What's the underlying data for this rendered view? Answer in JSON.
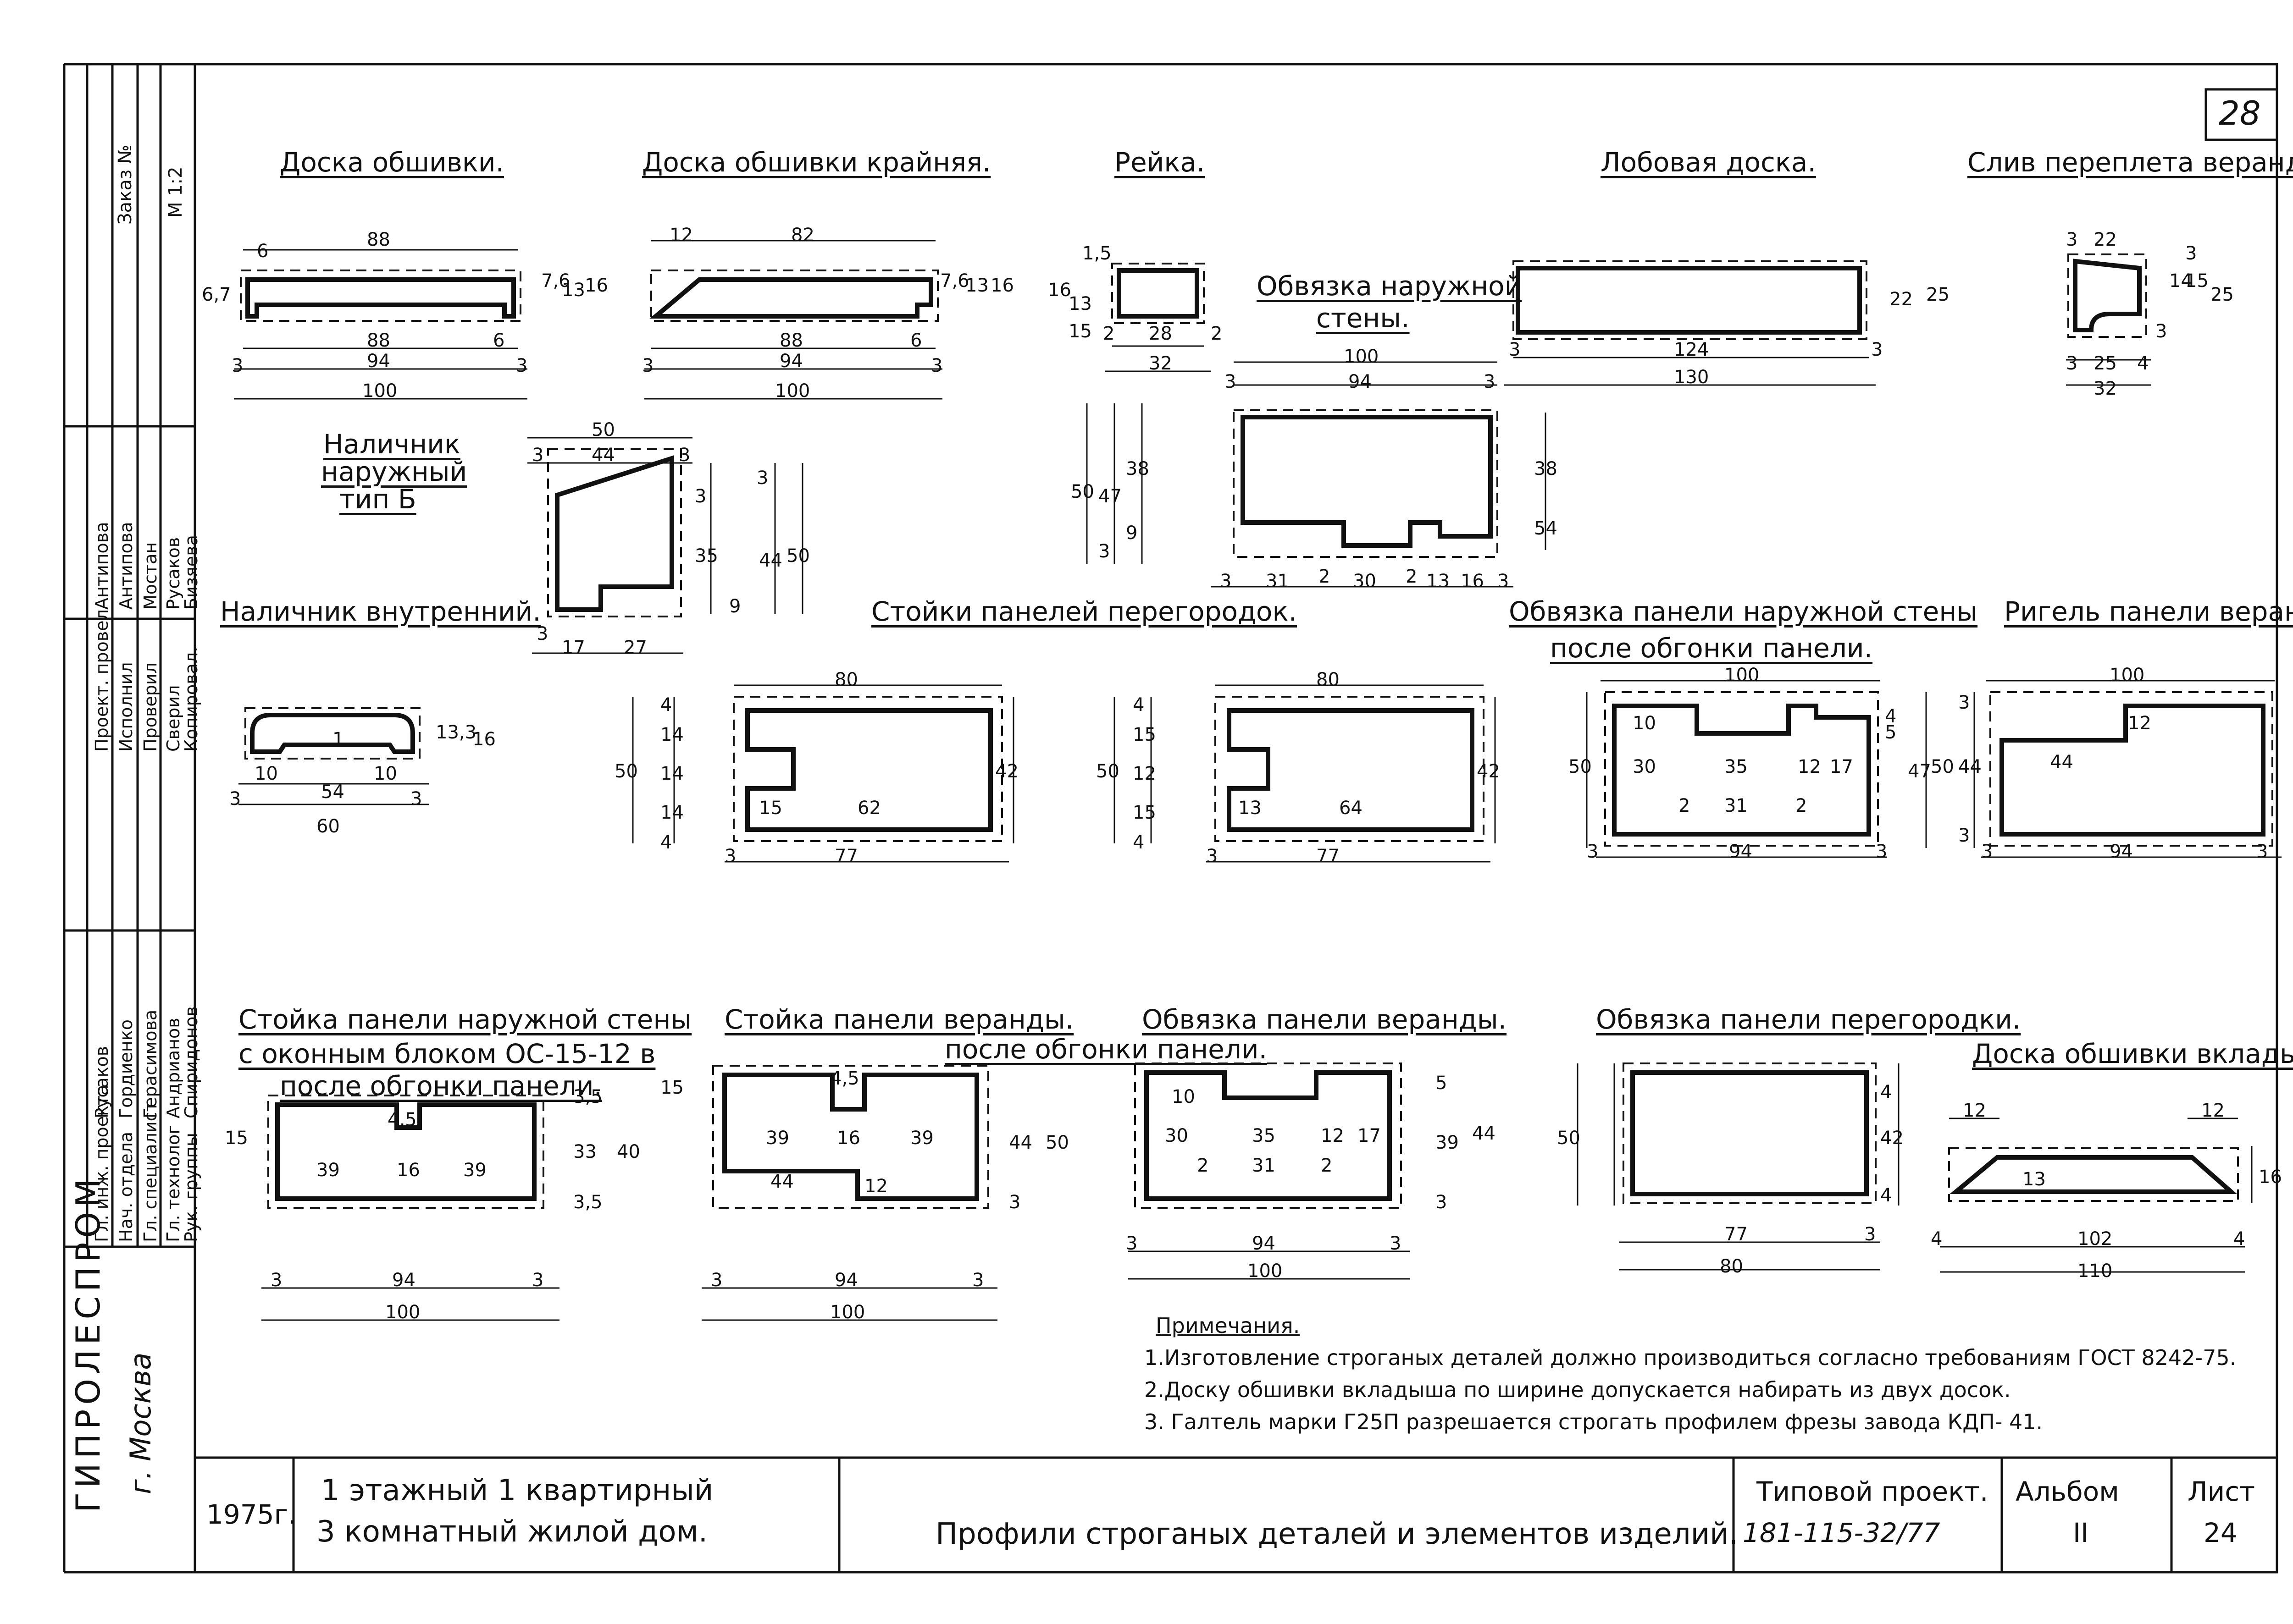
{
  "sheet": {
    "page_number": "28",
    "organization": "ГИПРОЛЕСПРОМ",
    "city": "г. Москва"
  },
  "side_stamp": {
    "order_label": "Заказ №",
    "scale": "М 1:2",
    "roles_a": [
      "Гл. инж. проекта",
      "Нач. отдела",
      "Гл. специалист",
      "Гл. технолог",
      "Рук. группы"
    ],
    "names_a": [
      "Русаков",
      "Гордиенко",
      "Герасимова",
      "Андрианов",
      "Спиридонов"
    ],
    "roles_b": [
      "Проект. провел",
      "Исполнил",
      "Проверил",
      "Сверил",
      "Копировал."
    ],
    "names_b": [
      "Антипова",
      "Антипова",
      "Мостан",
      "Русаков",
      "Бизяева"
    ]
  },
  "titles": {
    "doska_obshivki": "Доска обшивки.",
    "doska_kraynyaya": "Доска обшивки крайняя.",
    "reyka": "Рейка.",
    "lobovaya": "Лобовая доска.",
    "sliv": "Слив переплета веранды.",
    "obvyazka_naruzh_1": "Обвязка наружной",
    "obvyazka_naruzh_2": "стены.",
    "nalichnik_nar_1": "Наличник",
    "nalichnik_nar_2": "наружный",
    "nalichnik_nar_3": "тип Б",
    "nalichnik_vn": "Наличник внутренний.",
    "stoyki_peregorodok": "Стойки панелей перегородок.",
    "obvyazka_panel_nar_1": "Обвязка панели наружной стены",
    "obvyazka_panel_nar_2": "после обгонки панели.",
    "rigel": "Ригель панели веранды.",
    "stoyka_nar_1": "Стойка панели наружной стены",
    "stoyka_nar_2": "с оконным блоком ОС-15-12 в",
    "stoyka_nar_3": "после обгонки панели.",
    "stoyka_veranda_1": "Стойка панели веранды.",
    "stoyka_veranda_2": "после обгонки панели.",
    "obvyazka_veranda": "Обвязка панели веранды.",
    "obvyazka_peregorodki": "Обвязка панели перегородки.",
    "doska_vkladysha": "Доска обшивки вкладыша"
  },
  "notes": {
    "heading": "Примечания.",
    "items": [
      "1.Изготовление строганых деталей должно производиться согласно требованиям ГОСТ 8242-75.",
      "2.Доску обшивки вкладыша по ширине допускается набирать из двух досок.",
      "3. Галтель марки Г25П разрешается строгать профилем фрезы завода КДП- 41."
    ]
  },
  "title_block": {
    "year": "1975г.",
    "project_line1": "1 этажный 1 квартирный",
    "project_line2": "3 комнатный жилой дом.",
    "sheet_title": "Профили строганых деталей и элементов изделий.",
    "typical_label": "Типовой проект.",
    "typical_number": "181-115-32/77",
    "album_label": "Альбом",
    "album_value": "II",
    "sheet_label": "Лист",
    "sheet_value": "24"
  },
  "dims": {
    "d1_top": "88",
    "d1_6a": "6",
    "d1_bot88": "88",
    "d1_6b": "6",
    "d1_94": "94",
    "d1_100": "100",
    "d1_3a": "3",
    "d1_3b": "3",
    "d1_h76": "7,6",
    "d1_h13": "13",
    "d1_h16": "16",
    "d1_h4": "6,7",
    "d2_12": "12",
    "d2_82": "82",
    "d2_88": "88",
    "d2_6": "6",
    "d2_94": "94",
    "d2_100": "100",
    "d2_3a": "3",
    "d2_3b": "3",
    "d2_h76": "7,6",
    "d2_h13": "13",
    "d2_h16": "16",
    "r_16": "16",
    "r_13": "13",
    "r_15": "15",
    "r_28": "28",
    "r_2a": "2",
    "r_2b": "2",
    "r_32": "32",
    "r_15b": "1,5",
    "l_124": "124",
    "l_130": "130",
    "l_3a": "3",
    "l_3b": "3",
    "l_22": "22",
    "l_25": "25",
    "s_22": "22",
    "s_3": "3",
    "s_25": "25",
    "s_32": "32",
    "s_3b": "3",
    "s_4": "4",
    "s_h3": "3",
    "s_h14": "14",
    "s_h15": "15",
    "s_h25": "25",
    "s_h3b": "3",
    "o_100": "100",
    "o_94": "94",
    "o_3a": "3",
    "o_3b": "3",
    "o_50": "50",
    "o_47": "47",
    "o_38": "38",
    "o_9": "9",
    "o_3c": "3",
    "o_b3a": "3",
    "o_b31": "31",
    "o_b2a": "2",
    "o_b30": "30",
    "o_b2b": "2",
    "o_b13": "13",
    "o_b16": "16",
    "o_b3b": "3",
    "l_38": "38",
    "l_54": "54",
    "n_50": "50",
    "n_44": "44",
    "n_3a": "3",
    "n_3b": "3",
    "n_3c": "3",
    "n_35": "35",
    "n_44v": "44",
    "n_50v": "50",
    "n_9": "9",
    "n_3d": "3",
    "n_17": "17",
    "n_27": "27",
    "n_3e": "3",
    "nv_10a": "10",
    "nv_54": "54",
    "nv_10b": "10",
    "nv_60": "60",
    "nv_3a": "3",
    "nv_3b": "3",
    "nv_133": "13,3",
    "nv_16": "16",
    "nv_1": "1",
    "sp1_80": "80",
    "sp1_15": "15",
    "sp1_62": "62",
    "sp1_77": "77",
    "sp1_3": "3",
    "sp1_50": "50",
    "sp1_42": "42",
    "sp1_4a": "4",
    "sp1_14a": "14",
    "sp1_14b": "14",
    "sp1_14c": "14",
    "sp1_4b": "4",
    "sp2_80": "80",
    "sp2_13": "13",
    "sp2_64": "64",
    "sp2_77": "77",
    "sp2_3": "3",
    "sp2_50": "50",
    "sp2_42": "42",
    "sp2_4a": "4",
    "sp2_15a": "15",
    "sp2_12": "12",
    "sp2_15b": "15",
    "sp2_4b": "4",
    "op_100": "100",
    "op_10": "10",
    "op_30": "30",
    "op_35": "35",
    "op_12": "12",
    "op_17": "17",
    "op_2a": "2",
    "op_31": "31",
    "op_2b": "2",
    "op_94": "94",
    "op_3a": "3",
    "op_3b": "3",
    "op_50": "50",
    "op_47": "47",
    "op_5": "5",
    "op_4": "4",
    "rg_100": "100",
    "rg_44": "44",
    "rg_12": "12",
    "rg_94": "94",
    "rg_3a": "3",
    "rg_3b": "3",
    "rg_50": "50",
    "rg_44v": "44",
    "rg_3c": "3",
    "rg_3d": "3",
    "sn_15": "15",
    "sn_45": "4,5",
    "sn_39a": "39",
    "sn_16": "16",
    "sn_39b": "39",
    "sn_35a": "3,5",
    "sn_33": "33",
    "sn_40": "40",
    "sn_35b": "3,5",
    "sn_94": "94",
    "sn_100": "100",
    "sn_3a": "3",
    "sn_3b": "3",
    "sv_15": "15",
    "sv_45": "4,5",
    "sv_39a": "39",
    "sv_16": "16",
    "sv_39b": "39",
    "sv_44": "44",
    "sv_12": "12",
    "sv_44v": "44",
    "sv_50": "50",
    "sv_3": "3",
    "sv_94": "94",
    "sv_100": "100",
    "sv_3a": "3",
    "sv_3b": "3",
    "ov_10": "10",
    "ov_30": "30",
    "ov_35": "35",
    "ov_12": "12",
    "ov_17": "17",
    "ov_2a": "2",
    "ov_31": "31",
    "ov_2b": "2",
    "ov_94": "94",
    "ov_100": "100",
    "ov_3a": "3",
    "ov_3b": "3",
    "ov_5": "5",
    "ov_39": "39",
    "ov_44": "44",
    "ov_3c": "3",
    "pg_50": "50",
    "pg_42": "42",
    "pg_4a": "4",
    "pg_4b": "4",
    "pg_77": "77",
    "pg_80": "80",
    "pg_3": "3",
    "vk_12a": "12",
    "vk_12b": "12",
    "vk_13": "13",
    "vk_16": "16",
    "vk_102": "102",
    "vk_110": "110",
    "vk_4a": "4",
    "vk_4b": "4"
  }
}
